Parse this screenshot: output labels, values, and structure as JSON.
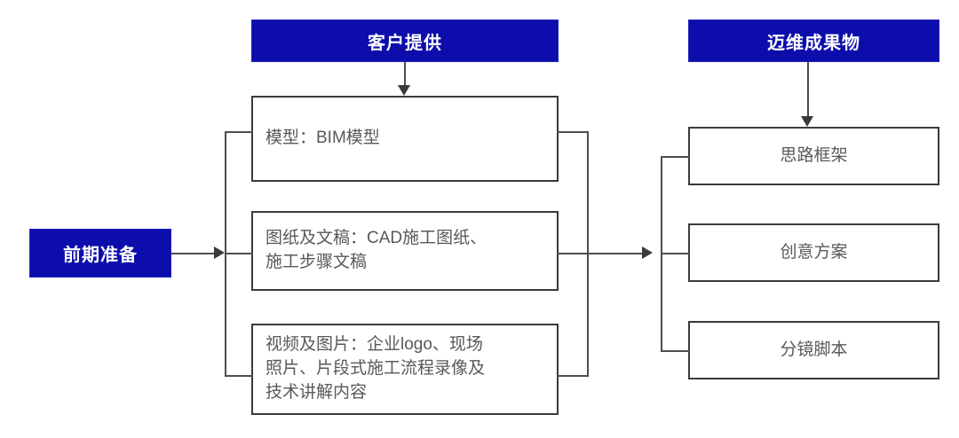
{
  "diagram": {
    "title": "前期准备流程图",
    "colors": {
      "accent_blue": "#0D0DAB",
      "box_border": "#3a3a3a",
      "box_text": "#595959",
      "connector": "#4d4d4d",
      "background": "#ffffff"
    },
    "stage_boxes": [
      {
        "id": "prep",
        "label": "前期准备"
      },
      {
        "id": "client-provides",
        "label": "客户提供"
      },
      {
        "id": "maiwei-deliverables",
        "label": "迈维成果物"
      }
    ],
    "client_inputs": [
      {
        "id": "model",
        "label": "模型：BIM模型"
      },
      {
        "id": "drawings",
        "label": "图纸及文稿：CAD施工图纸、\n施工步骤文稿"
      },
      {
        "id": "media",
        "label": "视频及图片：企业logo、现场\n照片、片段式施工流程录像及\n技术讲解内容"
      }
    ],
    "deliverables": [
      {
        "id": "framework",
        "label": "思路框架"
      },
      {
        "id": "creative",
        "label": "创意方案"
      },
      {
        "id": "storyboard",
        "label": "分镜脚本"
      }
    ],
    "connectors": [
      {
        "id": "prep-to-inputs",
        "type": "arrow-right"
      },
      {
        "id": "client-to-model",
        "type": "arrow-down"
      },
      {
        "id": "inputs-to-deliverables",
        "type": "arrow-right"
      },
      {
        "id": "maiwei-to-framework",
        "type": "arrow-down"
      }
    ]
  }
}
